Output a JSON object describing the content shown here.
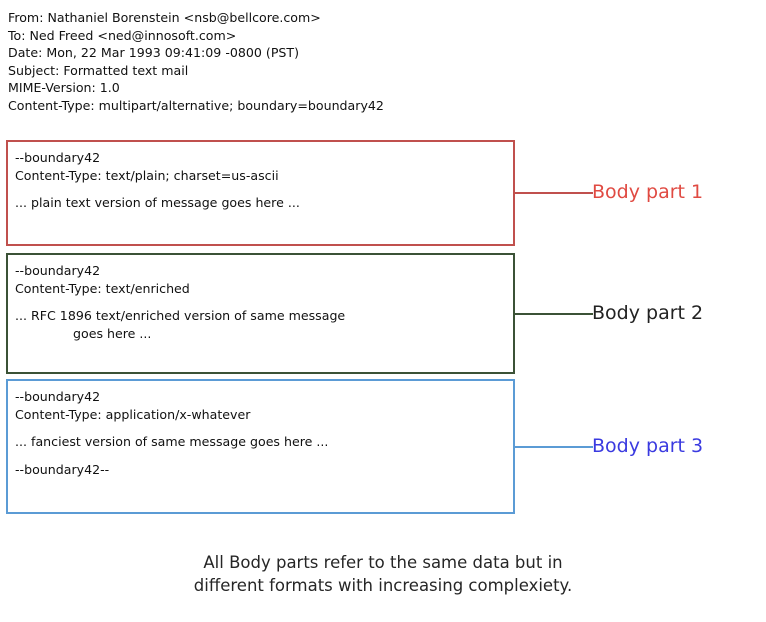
{
  "figure": {
    "background_color": "#ffffff",
    "mail_headers": [
      "From: Nathaniel Borenstein <nsb@bellcore.com>",
      "To: Ned Freed <ned@innosoft.com>",
      "Date: Mon, 22 Mar 1993 09:41:09 -0800 (PST)",
      "Subject: Formatted text mail",
      "MIME-Version: 1.0",
      "Content-Type: multipart/alternative; boundary=boundary42"
    ],
    "body_parts": [
      {
        "id": "part-1",
        "border_color": "#c0504d",
        "label": "Body part 1",
        "label_color": "#e04a42",
        "lines": [
          {
            "text": "--boundary42",
            "indent": false,
            "spacer": false
          },
          {
            "text": "Content-Type: text/plain; charset=us-ascii",
            "indent": false,
            "spacer": false
          },
          {
            "text": "",
            "indent": false,
            "spacer": true
          },
          {
            "text": "... plain text version of message goes here ...",
            "indent": false,
            "spacer": false
          }
        ]
      },
      {
        "id": "part-2",
        "border_color": "#3b5236",
        "label": "Body part 2",
        "label_color": "#222222",
        "lines": [
          {
            "text": "--boundary42",
            "indent": false,
            "spacer": false
          },
          {
            "text": "Content-Type: text/enriched",
            "indent": false,
            "spacer": false
          },
          {
            "text": "",
            "indent": false,
            "spacer": true
          },
          {
            "text": "... RFC 1896 text/enriched version of same message",
            "indent": false,
            "spacer": false
          },
          {
            "text": "goes here ...",
            "indent": true,
            "spacer": false
          }
        ]
      },
      {
        "id": "part-3",
        "border_color": "#5b9bd5",
        "label": "Body part 3",
        "label_color": "#3a3ae0",
        "lines": [
          {
            "text": "--boundary42",
            "indent": false,
            "spacer": false
          },
          {
            "text": "Content-Type: application/x-whatever",
            "indent": false,
            "spacer": false
          },
          {
            "text": "",
            "indent": false,
            "spacer": true
          },
          {
            "text": "... fanciest version of same message goes here ...",
            "indent": false,
            "spacer": false
          },
          {
            "text": "",
            "indent": false,
            "spacer": true
          },
          {
            "text": "--boundary42--",
            "indent": false,
            "spacer": false
          }
        ]
      }
    ],
    "caption": [
      "All Body parts refer to the same data but in",
      "different formats with increasing complexiety."
    ]
  }
}
